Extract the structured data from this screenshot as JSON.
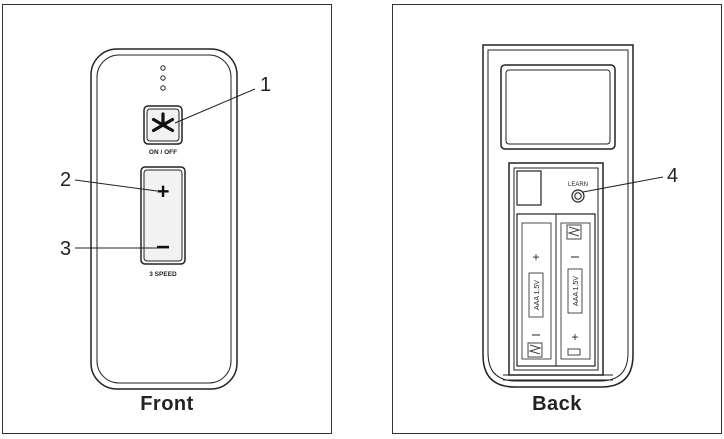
{
  "front": {
    "caption": "Front",
    "on_off_label": "ON / OFF",
    "speed_label": "3  SPEED",
    "plus_symbol": "+",
    "minus_symbol": "−",
    "fan_icon": "fan-icon",
    "callouts": [
      "1",
      "2",
      "3"
    ]
  },
  "back": {
    "caption": "Back",
    "learn_label": "LEARN",
    "battery_label_1": "AAA 1.5V",
    "battery_label_2": "AAA 1.5V",
    "callouts": [
      "4"
    ]
  },
  "colors": {
    "outline": "#222222",
    "button_fill": "#f2f2f2",
    "spring": "#444444"
  }
}
